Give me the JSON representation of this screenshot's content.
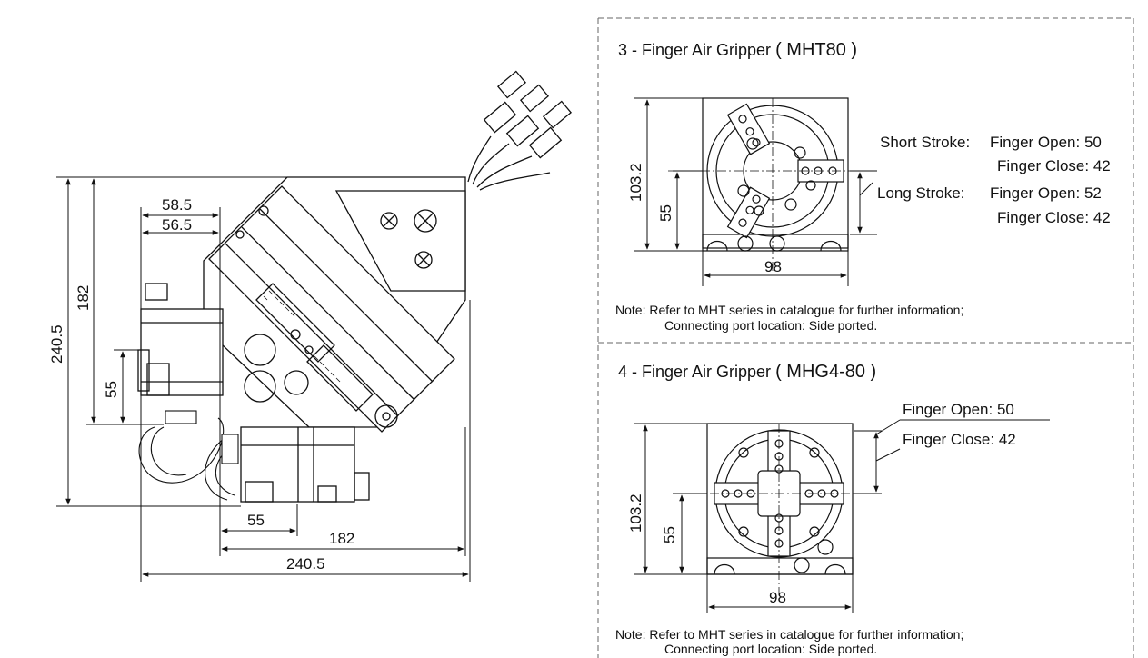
{
  "main_drawing": {
    "dims": {
      "d585": "58.5",
      "d565": "56.5",
      "h2405": "240.5",
      "h182": "182",
      "h55": "55",
      "w55": "55",
      "w182": "182",
      "w2405": "240.5"
    }
  },
  "mht": {
    "title": "3 - Finger Air Gripper",
    "model": "MHT80",
    "short_stroke_label": "Short Stroke:",
    "short_open": "Finger Open: 50",
    "short_close": "Finger Close: 42",
    "long_stroke_label": "Long Stroke:",
    "long_open": "Finger Open: 52",
    "long_close": "Finger Close: 42",
    "dim_height": "103.2",
    "dim_center": "55",
    "dim_width": "98",
    "note_line1": "Note: Refer to MHT series in catalogue for further information;",
    "note_line2": "Connecting port location: Side ported."
  },
  "mhg": {
    "title": "4 - Finger Air Gripper",
    "model": "MHG4-80",
    "open": "Finger Open: 50",
    "close": "Finger Close: 42",
    "dim_height": "103.2",
    "dim_center": "55",
    "dim_width": "98",
    "note_line1": "Note: Refer to MHT series in catalogue for further information;",
    "note_line2": "Connecting port location: Side ported."
  }
}
